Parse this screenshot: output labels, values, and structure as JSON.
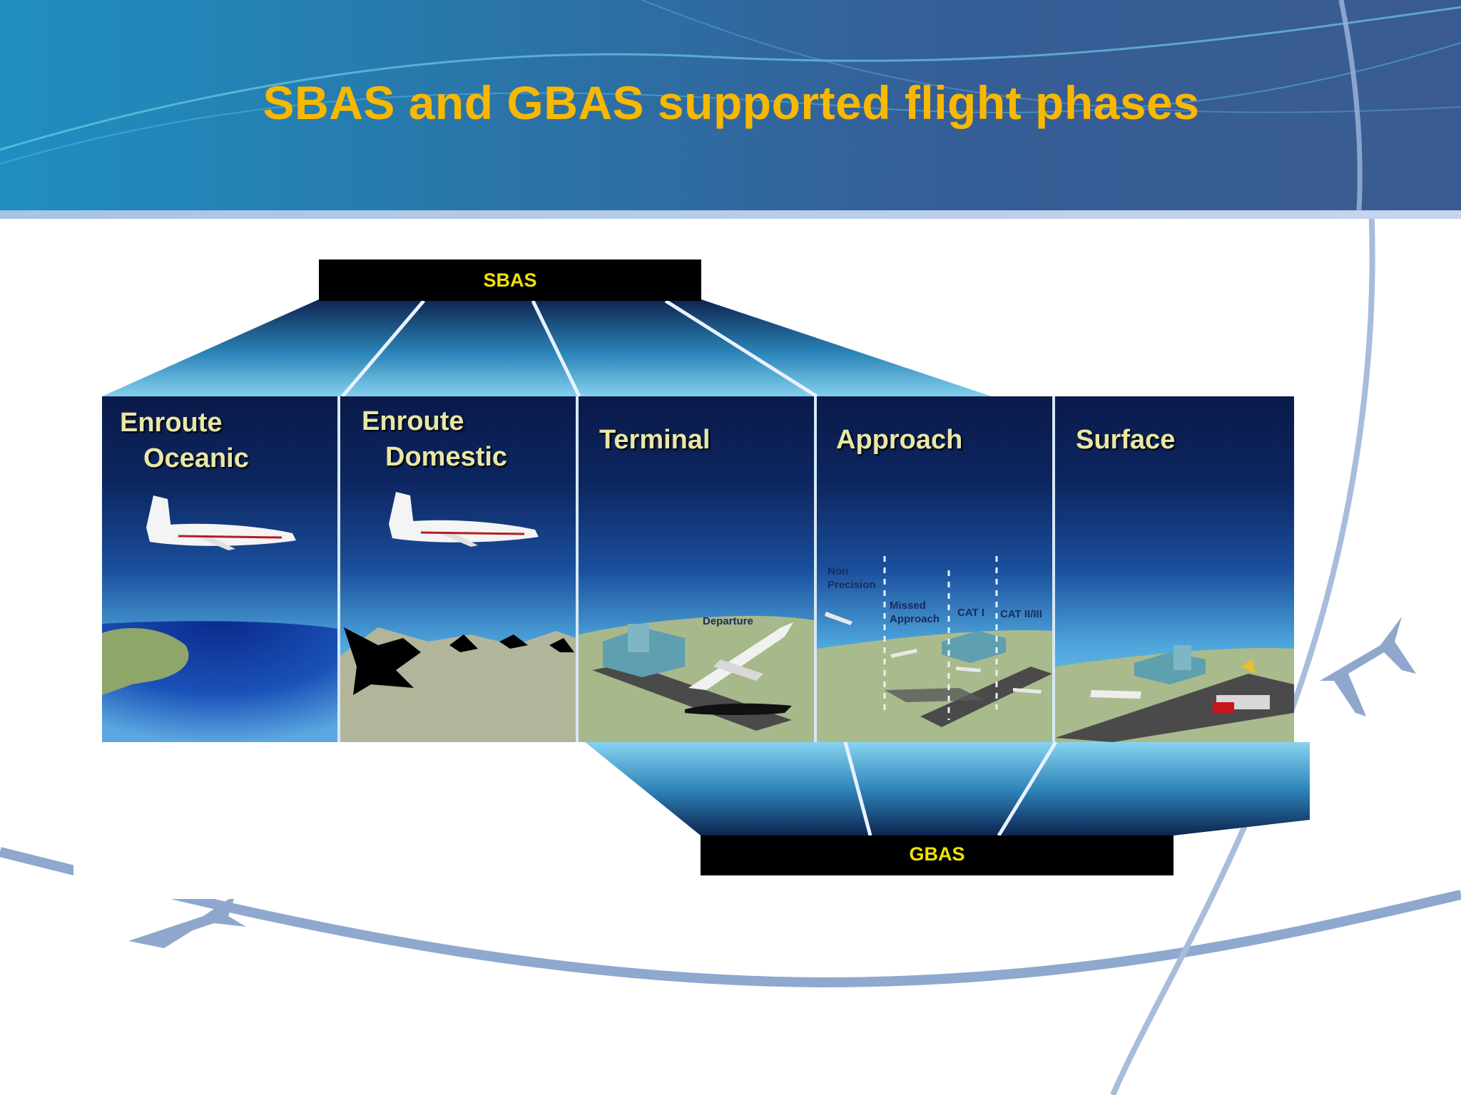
{
  "slide": {
    "title": "SBAS and GBAS supported flight phases"
  },
  "diagram": {
    "sbas_label": "SBAS",
    "gbas_label": "GBAS",
    "panels": [
      {
        "line1": "Enroute",
        "line2": "Oceanic"
      },
      {
        "line1": "Enroute",
        "line2": "Domestic"
      },
      {
        "line1": "Terminal",
        "line2": ""
      },
      {
        "line1": "Approach",
        "line2": ""
      },
      {
        "line1": "Surface",
        "line2": ""
      }
    ],
    "terminal_annotation": "Departure",
    "approach_annotations": {
      "non_precision": "Non Precision",
      "missed_approach": "Missed Approach",
      "cat1": "CAT I",
      "cat23": "CAT II/III"
    }
  },
  "colors": {
    "title": "#f8b800",
    "box_text": "#f2e300",
    "panel_text": "#e9e7a6",
    "header_blue": "#2a74a8"
  }
}
